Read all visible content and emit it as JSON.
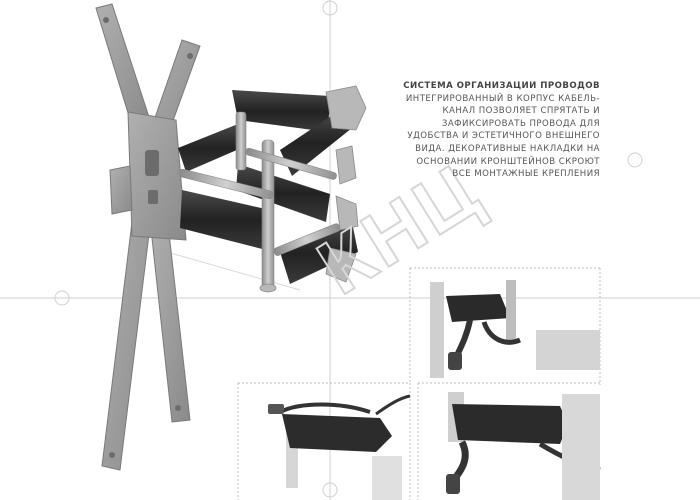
{
  "caption": {
    "title": "СИСТЕМА ОРГАНИЗАЦИИ ПРОВОДОВ",
    "body": "ИНТЕГРИРОВАННЫЙ В КОРПУС КАБЕЛЬ-КАНАЛ ПОЗВОЛЯЕТ СПРЯТАТЬ И ЗАФИКСИРОВАТЬ ПРОВОДА ДЛЯ УДОБСТВА И ЭСТЕТИЧНОГО ВНЕШНЕГО ВИДА. ДЕКОРАТИВНЫЕ НАКЛАДКИ НА ОСНОВАНИИ КРОНШТЕЙНОВ СКРОЮТ ВСЕ МОНТАЖНЫЕ КРЕПЛЕНИЯ"
  },
  "watermark": {
    "text": "КНЦ"
  },
  "colors": {
    "plate": "#9a9a9a",
    "arm_dark": "#2b2b2b",
    "metal": "#b4b4b4",
    "caption_text": "#555555",
    "guide_lines": "#c8c8c8"
  }
}
